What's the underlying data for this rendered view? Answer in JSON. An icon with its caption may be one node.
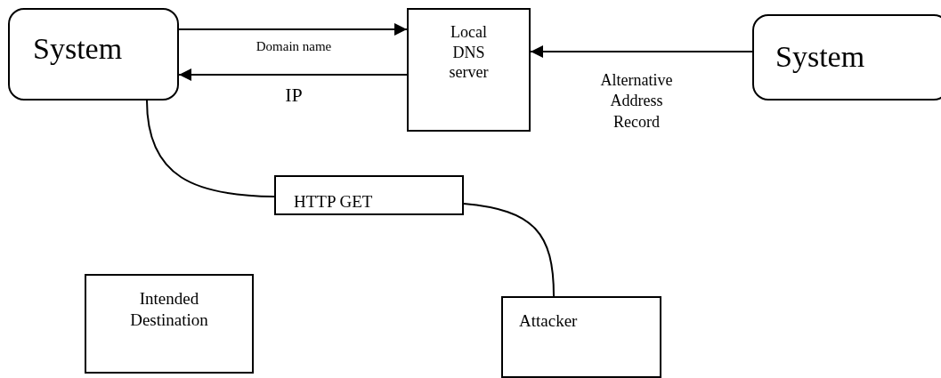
{
  "diagram": {
    "nodes": [
      {
        "text": [
          "System"
        ]
      },
      {
        "text": [
          "Local DNS server"
        ]
      },
      {
        "text": [
          "System"
        ]
      },
      {
        "text": [
          "HTTP GET"
        ]
      },
      {
        "text": [
          "Intended Destination"
        ]
      },
      {
        "text": [
          "Attacker"
        ]
      }
    ],
    "edges": [
      {
        "from": 0,
        "to": 1,
        "arrow": "to",
        "label": "Domain name"
      },
      {
        "from": 1,
        "to": 0,
        "arrow": "to",
        "label": "IP"
      },
      {
        "from": 2,
        "to": 1,
        "arrow": "to",
        "label": "Alternative Address Record"
      },
      {
        "from": 0,
        "to": 3,
        "arrow": "none"
      },
      {
        "from": 3,
        "to": 5,
        "arrow": "none"
      }
    ]
  }
}
